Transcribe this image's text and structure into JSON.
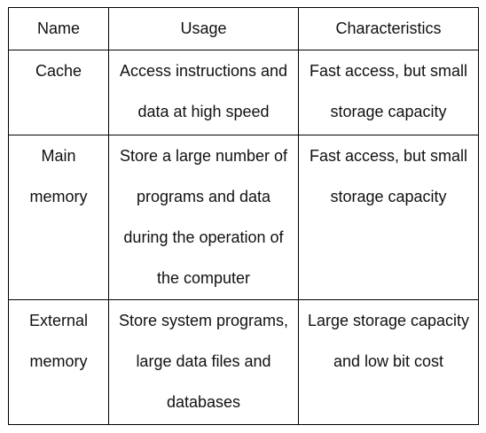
{
  "table": {
    "headers": [
      "Name",
      "Usage",
      "Characteristics"
    ],
    "rows": [
      {
        "name": "Cache",
        "usage": "Access instructions and data at high speed",
        "characteristics": "Fast access, but small storage capacity"
      },
      {
        "name": "Main memory",
        "usage": "Store a large number of programs and data during the operation of the computer",
        "characteristics": "Fast access, but small storage capacity"
      },
      {
        "name": "External memory",
        "usage": "Store system programs, large data files and databases",
        "characteristics": "Large storage capacity and low bit cost"
      }
    ]
  }
}
